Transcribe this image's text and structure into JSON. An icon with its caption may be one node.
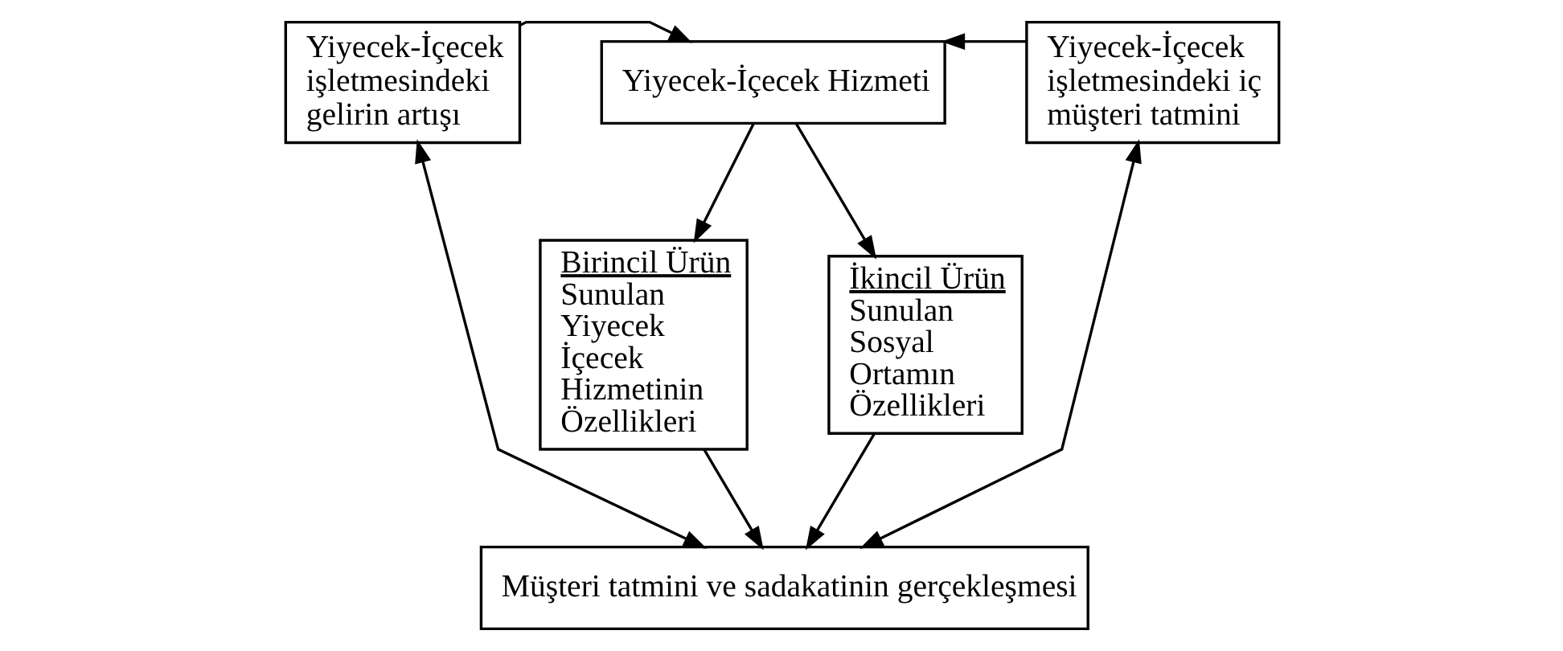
{
  "diagram": {
    "nodes": [
      {
        "text": [
          "Yiyecek-İçecek işletmesindeki gelirin artışı"
        ]
      },
      {
        "text": [
          "Yiyecek-İçecek Hizmeti"
        ]
      },
      {
        "text": [
          "Yiyecek-İçecek işletmesindeki iç müşteri tatmini"
        ]
      },
      {
        "text": [
          "Birincil Ürün",
          "Sunulan Yiyecek İçecek Hizmetinin Özellikleri"
        ]
      },
      {
        "text": [
          "İkincil Ürün",
          "Sunulan Sosyal Ortamın Özellikleri"
        ]
      },
      {
        "text": [
          "Müşteri tatmini ve sadakatinin gerçekleşmesi"
        ]
      }
    ],
    "edges": [
      {
        "from": 0,
        "to": 1,
        "arrow": "to"
      },
      {
        "from": 2,
        "to": 1,
        "arrow": "to"
      },
      {
        "from": 1,
        "to": 3,
        "arrow": "to"
      },
      {
        "from": 1,
        "to": 4,
        "arrow": "to"
      },
      {
        "from": 0,
        "to": 5,
        "arrow": "both"
      },
      {
        "from": 2,
        "to": 5,
        "arrow": "both"
      },
      {
        "from": 3,
        "to": 5,
        "arrow": "to"
      },
      {
        "from": 4,
        "to": 5,
        "arrow": "to"
      }
    ]
  }
}
